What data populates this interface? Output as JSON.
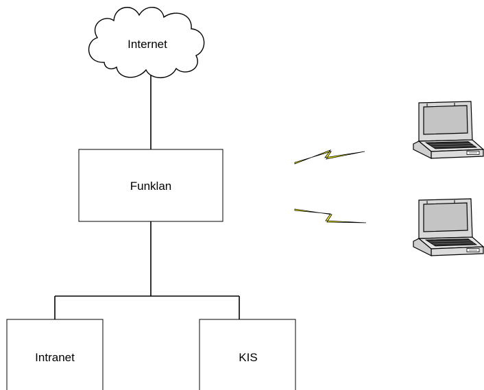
{
  "nodes": {
    "internet": {
      "label": "Internet",
      "shape": "cloud"
    },
    "funklan": {
      "label": "Funklan",
      "shape": "rectangle"
    },
    "intranet": {
      "label": "Intranet",
      "shape": "rectangle"
    },
    "kis": {
      "label": "KIS",
      "shape": "rectangle"
    }
  },
  "devices": [
    {
      "icon": "laptop-icon"
    },
    {
      "icon": "laptop-icon"
    }
  ],
  "wireless_links": [
    {
      "icon": "lightning-bolt-icon"
    },
    {
      "icon": "lightning-bolt-icon"
    }
  ],
  "colors": {
    "line": "#000000",
    "bolt": "#ffff00",
    "laptop_body": "#e8e8e8",
    "laptop_screen": "#c0c0c0"
  }
}
